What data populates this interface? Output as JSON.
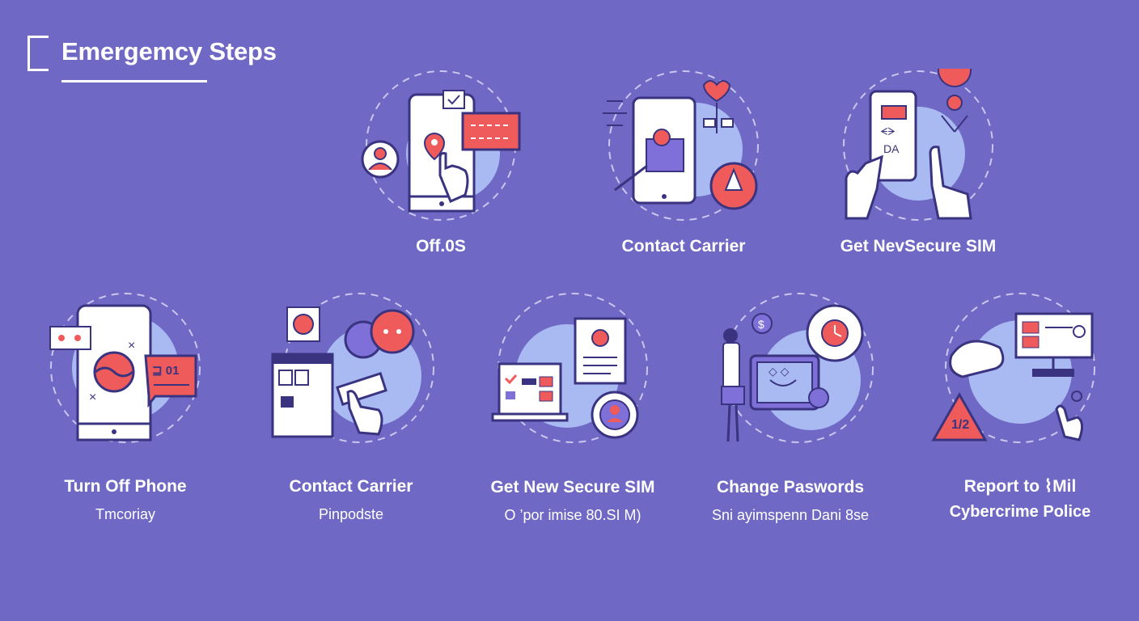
{
  "page": {
    "title": "Emergemcy Steps"
  },
  "colors": {
    "background": "#6f68c4",
    "accent": "#ef5b5b",
    "outline": "#3a3480",
    "halo": "#a9b9f2"
  },
  "steps_top": [
    {
      "label": "Off.0S",
      "icon": "phone-map-pin-icon"
    },
    {
      "label": "Contact Carrier",
      "icon": "phone-profile-icon"
    },
    {
      "label": "Get NevSecure SIM",
      "icon": "sim-tap-icon"
    }
  ],
  "steps_bottom": [
    {
      "label": "Turn  Off Phone",
      "sub": "Tmcoriay",
      "icon": "phone-power-icon"
    },
    {
      "label": "Contact Carrier",
      "sub": "Pinpodste",
      "icon": "chat-tablet-icon"
    },
    {
      "label": "Get New Secure SIM",
      "sub": "O ’por imise 80.SI M)",
      "icon": "laptop-id-icon"
    },
    {
      "label": "Change Paswords",
      "sub": "Sni ayimspenn Dani 8se",
      "icon": "password-screen-icon"
    },
    {
      "label": "Report to ⌇Mil",
      "sub": "Cybercrime Police",
      "icon": "report-alert-icon"
    }
  ]
}
